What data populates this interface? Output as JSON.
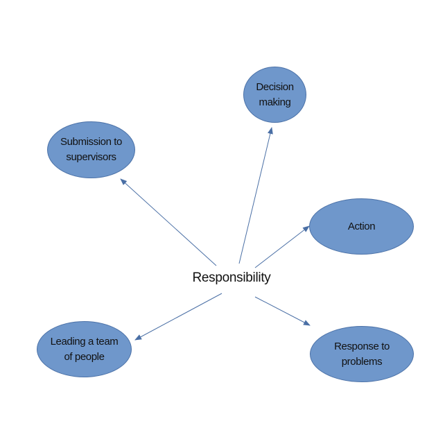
{
  "diagram": {
    "center": "Responsibility",
    "nodes": [
      {
        "id": "decision",
        "label": "Decision\nmaking"
      },
      {
        "id": "submission",
        "label": "Submission to\nsupervisors"
      },
      {
        "id": "action",
        "label": "Action"
      },
      {
        "id": "leading",
        "label": "Leading a team\nof people"
      },
      {
        "id": "response",
        "label": "Response to\nproblems"
      }
    ],
    "colors": {
      "node_fill": "#6f97cb",
      "node_border": "#4b71a7",
      "arrow": "#4a6fa5"
    }
  }
}
